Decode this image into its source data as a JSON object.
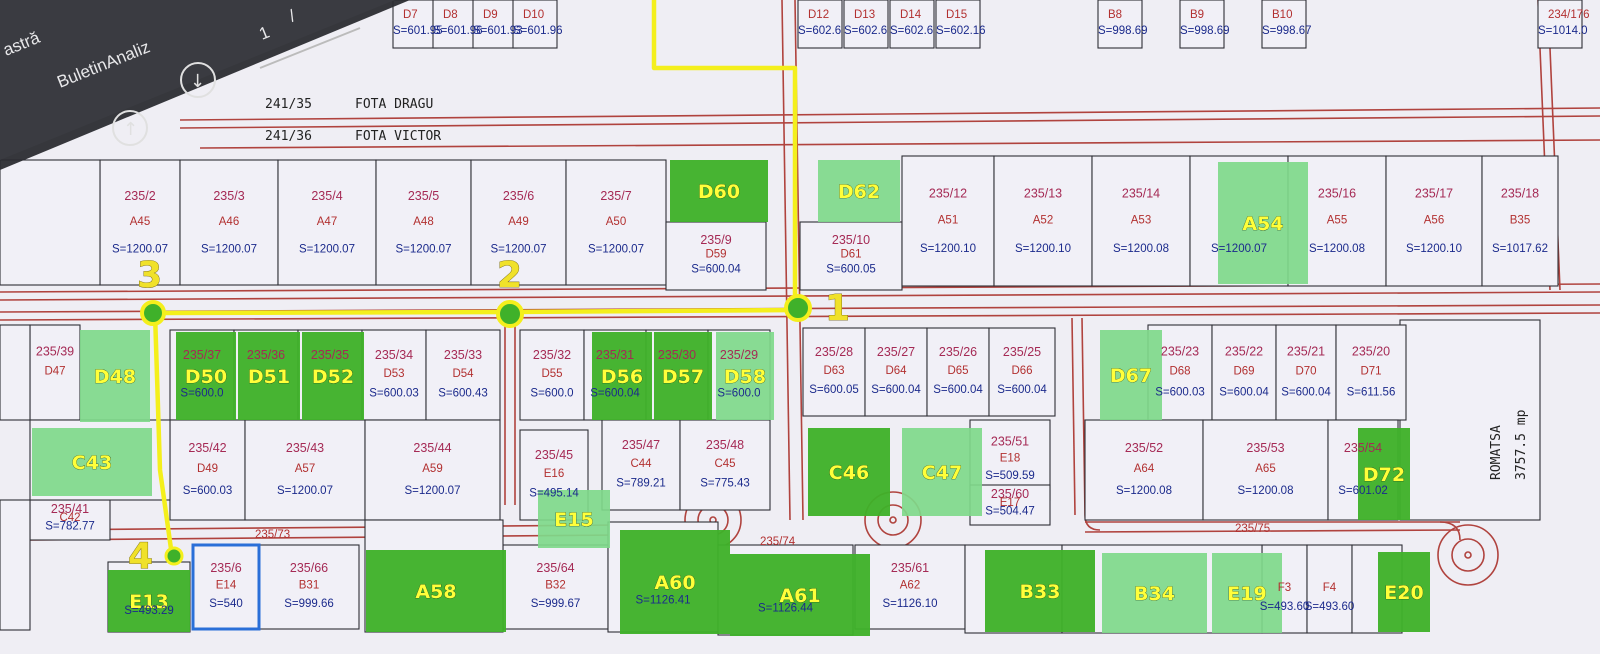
{
  "toolbar": {
    "menu_partial": "astră",
    "file_name": "BuletinAnaliz",
    "page_current": "1",
    "page_sep": "/"
  },
  "owners": [
    {
      "id": "241/35",
      "name": "FOTA DRAGU"
    },
    {
      "id": "241/36",
      "name": "FOTA VICTOR"
    }
  ],
  "street_labels": [
    "235/73",
    "235/74",
    "235/75"
  ],
  "area_label": "ROMATSA",
  "area_value": "3757.5 mp",
  "top_strip": [
    {
      "code": "D7",
      "area": "S=601.95"
    },
    {
      "code": "D8",
      "area": "S=601.96"
    },
    {
      "code": "D9",
      "area": "S=601.93"
    },
    {
      "code": "D10",
      "area": "S=601.96"
    },
    {
      "code": "D12",
      "area": "S=602.6"
    },
    {
      "code": "D13",
      "area": "S=602.6"
    },
    {
      "code": "D14",
      "area": "S=602.6"
    },
    {
      "code": "D15",
      "area": "S=602.16"
    },
    {
      "code": "B8",
      "area": "S=998.69"
    },
    {
      "code": "B9",
      "area": "S=998.69"
    },
    {
      "code": "B10",
      "area": "S=998.67"
    },
    {
      "code": "234/176",
      "area": "S=1014.0"
    }
  ],
  "parcels": [
    {
      "num": "235/2",
      "id": "A45",
      "area": "S=1200.07",
      "hl": ""
    },
    {
      "num": "235/3",
      "id": "A46",
      "area": "S=1200.07",
      "hl": ""
    },
    {
      "num": "235/4",
      "id": "A47",
      "area": "S=1200.07",
      "hl": ""
    },
    {
      "num": "235/5",
      "id": "A48",
      "area": "S=1200.07",
      "hl": ""
    },
    {
      "num": "235/6",
      "id": "A49",
      "area": "S=1200.07",
      "hl": ""
    },
    {
      "num": "235/7",
      "id": "A50",
      "area": "S=1200.07",
      "hl": ""
    },
    {
      "num": "235/9",
      "id": "D59",
      "area": "S=600.04",
      "hl": ""
    },
    {
      "num": "235/10",
      "id": "D61",
      "area": "S=600.05",
      "hl": ""
    },
    {
      "num": "235/12",
      "id": "A51",
      "area": "S=1200.10",
      "hl": ""
    },
    {
      "num": "235/13",
      "id": "A52",
      "area": "S=1200.10",
      "hl": ""
    },
    {
      "num": "235/14",
      "id": "A53",
      "area": "S=1200.08",
      "hl": ""
    },
    {
      "num": "",
      "id": "",
      "area": "S=1200.07",
      "hl": "A54"
    },
    {
      "num": "235/16",
      "id": "A55",
      "area": "S=1200.08",
      "hl": ""
    },
    {
      "num": "235/17",
      "id": "A56",
      "area": "S=1200.10",
      "hl": ""
    },
    {
      "num": "235/18",
      "id": "B35",
      "area": "S=1017.62",
      "hl": ""
    },
    {
      "num": "235/39",
      "id": "D47",
      "area": "",
      "hl": ""
    },
    {
      "num": "235/37",
      "id": "",
      "area": "S=600.0",
      "hl": "D50"
    },
    {
      "num": "235/36",
      "id": "",
      "area": "",
      "hl": "D51"
    },
    {
      "num": "235/35",
      "id": "",
      "area": "",
      "hl": "D52"
    },
    {
      "num": "235/34",
      "id": "D53",
      "area": "S=600.03",
      "hl": ""
    },
    {
      "num": "235/33",
      "id": "D54",
      "area": "S=600.43",
      "hl": ""
    },
    {
      "num": "235/32",
      "id": "D55",
      "area": "S=600.0",
      "hl": ""
    },
    {
      "num": "235/31",
      "id": "",
      "area": "S=600.04",
      "hl": "D56"
    },
    {
      "num": "235/30",
      "id": "",
      "area": "",
      "hl": "D57"
    },
    {
      "num": "235/29",
      "id": "",
      "area": "S=600.0",
      "hl": "D58"
    },
    {
      "num": "235/28",
      "id": "D63",
      "area": "S=600.05",
      "hl": ""
    },
    {
      "num": "235/27",
      "id": "D64",
      "area": "S=600.04",
      "hl": ""
    },
    {
      "num": "235/26",
      "id": "D65",
      "area": "S=600.04",
      "hl": ""
    },
    {
      "num": "235/25",
      "id": "D66",
      "area": "S=600.04",
      "hl": ""
    },
    {
      "num": "235/23",
      "id": "D68",
      "area": "S=600.03",
      "hl": ""
    },
    {
      "num": "235/22",
      "id": "D69",
      "area": "S=600.04",
      "hl": ""
    },
    {
      "num": "235/21",
      "id": "D70",
      "area": "S=600.04",
      "hl": ""
    },
    {
      "num": "235/20",
      "id": "D71",
      "area": "S=611.56",
      "hl": ""
    },
    {
      "num": "235/42",
      "id": "D49",
      "area": "S=600.03",
      "hl": ""
    },
    {
      "num": "235/43",
      "id": "A57",
      "area": "S=1200.07",
      "hl": ""
    },
    {
      "num": "235/44",
      "id": "A59",
      "area": "S=1200.07",
      "hl": ""
    },
    {
      "num": "235/45",
      "id": "E16",
      "area": "S=495.14",
      "hl": ""
    },
    {
      "num": "235/47",
      "id": "C44",
      "area": "S=789.21",
      "hl": ""
    },
    {
      "num": "235/48",
      "id": "C45",
      "area": "S=775.43",
      "hl": ""
    },
    {
      "num": "235/51",
      "id": "E18",
      "area": "S=509.59",
      "hl": ""
    },
    {
      "num": "235/60",
      "id": "E17",
      "area": "S=504.47",
      "hl": ""
    },
    {
      "num": "235/52",
      "id": "A64",
      "area": "S=1200.08",
      "hl": ""
    },
    {
      "num": "235/53",
      "id": "A65",
      "area": "S=1200.08",
      "hl": ""
    },
    {
      "num": "235/54",
      "id": "",
      "area": "S=601.02",
      "hl": "D72"
    },
    {
      "num": "235/41",
      "id": "C42",
      "area": "S=782.77",
      "hl": ""
    },
    {
      "num": "235/6",
      "id": "E14",
      "area": "S=540",
      "hl": ""
    },
    {
      "num": "235/66",
      "id": "B31",
      "area": "S=999.66",
      "hl": ""
    },
    {
      "num": "235/64",
      "id": "B32",
      "area": "S=999.67",
      "hl": ""
    },
    {
      "num": "235/61",
      "id": "A62",
      "area": "S=1126.10",
      "hl": ""
    },
    {
      "num": "",
      "id": "",
      "area": "S=1126.41",
      "hl": "A60"
    },
    {
      "num": "",
      "id": "",
      "area": "S=1126.44",
      "hl": "A61"
    },
    {
      "num": "",
      "id": "",
      "area": "S=493.29",
      "hl": "E13"
    },
    {
      "num": "",
      "id": "F3",
      "area": "S=493.60",
      "hl": ""
    },
    {
      "num": "",
      "id": "F4",
      "area": "S=493.60",
      "hl": ""
    }
  ],
  "highlights": [
    "D60",
    "D62",
    "A54",
    "D48",
    "D50",
    "D51",
    "D52",
    "D56",
    "D57",
    "D58",
    "D67",
    "C43",
    "C46",
    "C47",
    "D72",
    "E15",
    "E13",
    "A58",
    "A60",
    "A61",
    "B33",
    "B34",
    "E19",
    "E20"
  ],
  "route_points": [
    "1",
    "2",
    "3",
    "4"
  ],
  "colors": {
    "dark_green": "#3fb12a",
    "light_green": "#7fd98a",
    "route": "#f4ef1c",
    "selection": "#2a6fd8",
    "road": "#b0433e"
  }
}
